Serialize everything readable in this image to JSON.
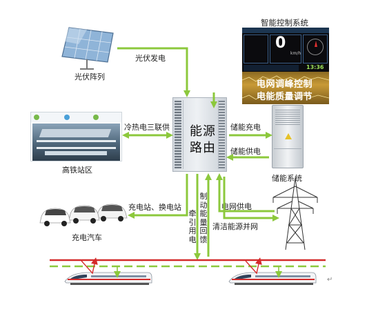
{
  "solar": {
    "label": "光伏阵列",
    "link": "光伏发电",
    "icon": "solar-panel-icon"
  },
  "control": {
    "title": "智能控制系统",
    "speed": "0",
    "speed_unit": "km/h",
    "clock": "13:36",
    "line1": "电网调峰控制",
    "line2": "电能质量调节",
    "icon": "control-dashboard-icon"
  },
  "hub": {
    "line1": "能源",
    "line2": "路由"
  },
  "station": {
    "label": "高铁站区",
    "link": "冷热电三联供",
    "icon": "station-photo-icon"
  },
  "storage": {
    "label": "储能系统",
    "link_charge": "储能充电",
    "link_supply": "储能供电",
    "icon": "battery-cabinet-icon"
  },
  "ev": {
    "label": "充电汽车",
    "link": "充电站、换电站",
    "icon": "ev-cars-icon"
  },
  "traction": {
    "label": "牵引用电"
  },
  "braking": {
    "label": "制动能量回馈"
  },
  "grid": {
    "link_supply": "电网供电",
    "link_clean": "清洁能源并网",
    "icon": "power-tower-icon"
  },
  "rail": {
    "icon": "train-icon"
  },
  "colors": {
    "arrow": "#8cc83c",
    "rail_red": "#d42a2a",
    "rail_green": "#8cc83c"
  }
}
